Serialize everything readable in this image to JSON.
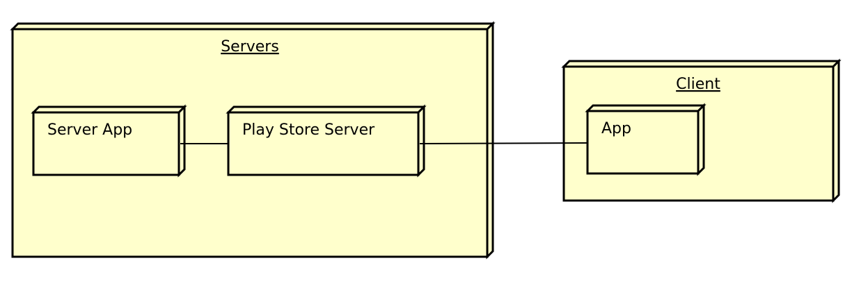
{
  "colors": {
    "node_fill": "#ffffcc",
    "node_stroke": "#000000",
    "background": "#ffffff"
  },
  "nodes": {
    "servers": {
      "title": "Servers"
    },
    "server_app": {
      "label": "Server App"
    },
    "play_store_server": {
      "label": "Play Store Server"
    },
    "client": {
      "title": "Client"
    },
    "app": {
      "label": "App"
    }
  },
  "connections": [
    {
      "from": "Server App",
      "to": "Play Store Server"
    },
    {
      "from": "Play Store Server",
      "to": "App"
    }
  ]
}
